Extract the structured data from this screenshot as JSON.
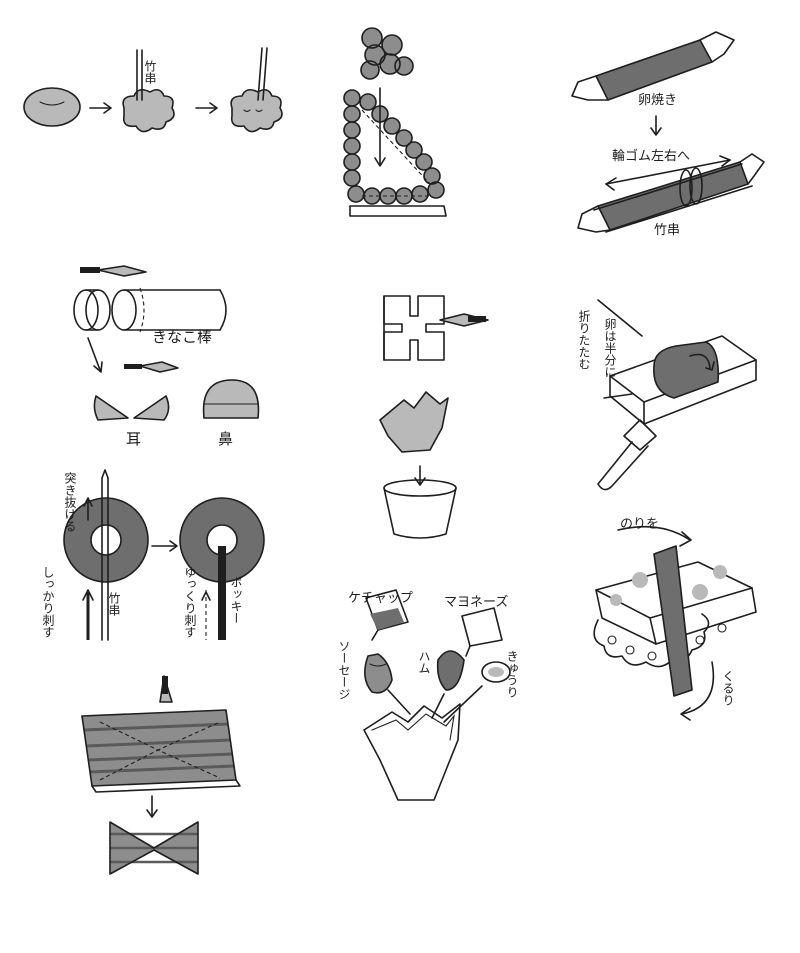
{
  "labels": {
    "skewer_top": "竹串",
    "kinako_bar": "きなこ棒",
    "ear": "耳",
    "nose": "鼻",
    "poke_through": "突き抜ける",
    "skewer_insert_firmly": "しっかり刺す",
    "skewer_mid": "竹串",
    "insert_slowly": "ゆっくり刺す",
    "pocky": "ポッキー",
    "tamagoyaki": "卵焼き",
    "rubber_band": "輪ゴム左右へ",
    "skewer_right": "竹串",
    "fold_half": "卵は半分に",
    "fold_over": "折りたたむ",
    "ketchup": "ケチャップ",
    "mayonnaise": "マヨネーズ",
    "sausage": "ソーセージ",
    "ham": "ハム",
    "cucumber": "きゅうり",
    "nori": "のりを",
    "kururi": "くるり"
  },
  "icons": [
    "right-arrow-icon",
    "down-arrow-icon",
    "knife-icon",
    "skewer-icon"
  ]
}
